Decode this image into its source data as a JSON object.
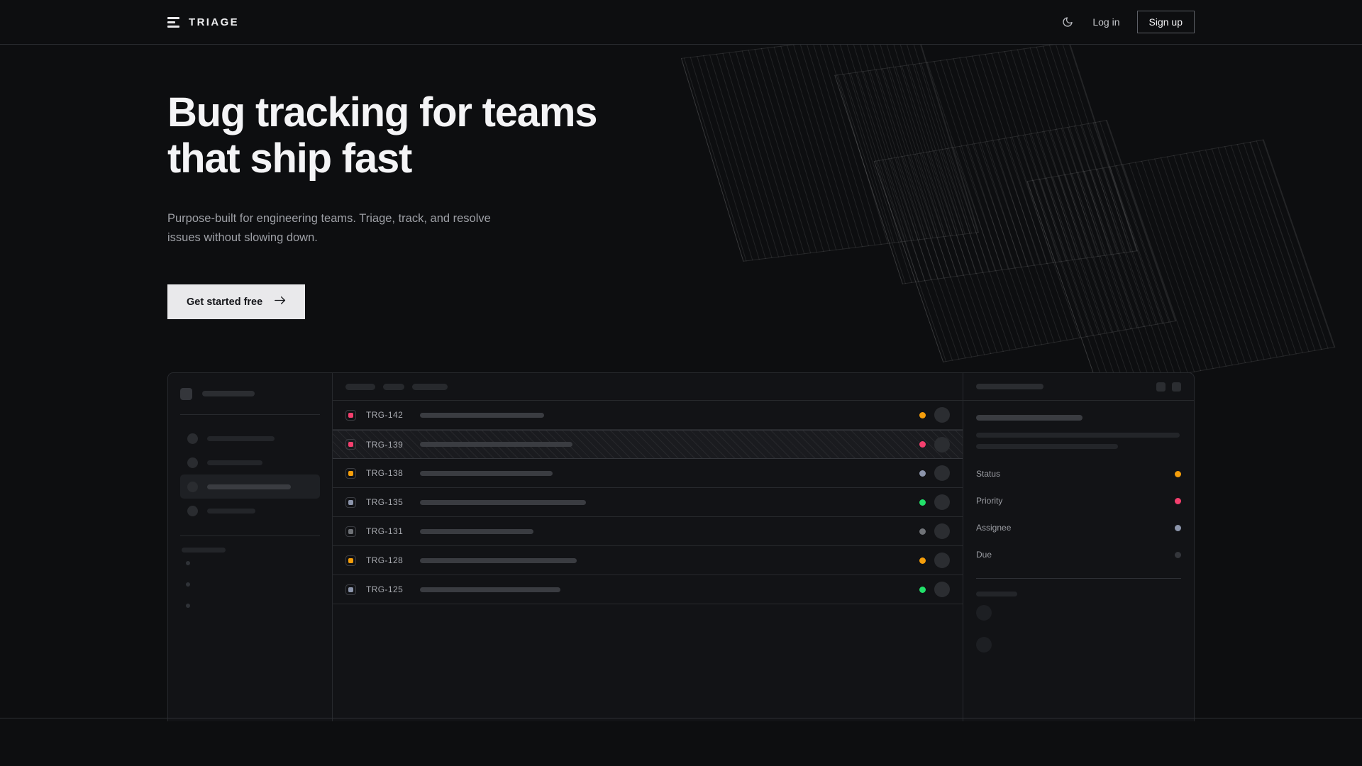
{
  "nav": {
    "brand": "TRIAGE",
    "brand_icon": "stacked-bars-icon",
    "theme_toggle_icon": "moon-icon",
    "login_label": "Log in",
    "signup_label": "Sign up"
  },
  "hero": {
    "heading": "Bug tracking for teams that ship fast",
    "subheading": "Purpose-built for engineering teams. Triage, track, and resolve issues without slowing down.",
    "cta_label": "Get started free",
    "cta_arrow": "arrow-right-icon"
  },
  "colors": {
    "background": "#0d0e10",
    "panel": "#121316",
    "border": "#27292d",
    "cta_background": "#e9e9eb",
    "text_primary": "#f4f4f6",
    "text_muted": "#9ea0a6",
    "amber": "#f59e0b",
    "rose": "#f43f6e",
    "slate": "#8c95ab",
    "green": "#22e06a",
    "gray": "#6f7277"
  },
  "mockup": {
    "sidebar": {
      "nav_items": [
        {
          "active": false,
          "width": 95
        },
        {
          "active": false,
          "width": 78
        },
        {
          "active": true,
          "width": 118
        },
        {
          "active": false,
          "width": 68
        }
      ],
      "section_label_width": 62,
      "project_dots": 3
    },
    "toolbar": {
      "pills": [
        42,
        30,
        50
      ]
    },
    "issues": [
      {
        "id": "TRG-142",
        "chip_color": "#f43f6e",
        "title_width": 175,
        "status_color": "#f59e0b",
        "selected": false
      },
      {
        "id": "TRG-139",
        "chip_color": "#f43f6e",
        "title_width": 215,
        "status_color": "#f43f6e",
        "selected": true
      },
      {
        "id": "TRG-138",
        "chip_color": "#f59e0b",
        "title_width": 187,
        "status_color": "#8c95ab",
        "selected": false
      },
      {
        "id": "TRG-135",
        "chip_color": "#8c95ab",
        "title_width": 234,
        "status_color": "#22e06a",
        "selected": false
      },
      {
        "id": "TRG-131",
        "chip_color": "#6f7277",
        "title_width": 160,
        "status_color": "#6f7277",
        "selected": false
      },
      {
        "id": "TRG-128",
        "chip_color": "#f59e0b",
        "title_width": 221,
        "status_color": "#f59e0b",
        "selected": false
      },
      {
        "id": "TRG-125",
        "chip_color": "#8c95ab",
        "title_width": 198,
        "status_color": "#22e06a",
        "selected": false
      }
    ],
    "detail": {
      "header_skeleton_width": 95,
      "action_buttons": 2,
      "title_skeleton_width": 150,
      "body_lines": [
        287,
        200
      ],
      "fields": [
        {
          "label": "Status",
          "color": "#f59e0b"
        },
        {
          "label": "Priority",
          "color": "#f43f6e"
        },
        {
          "label": "Assignee",
          "color": "#8c95ab"
        },
        {
          "label": "Due",
          "color": "#34363b"
        }
      ],
      "comments_label_width": 58,
      "comment_avatars": 2
    }
  }
}
